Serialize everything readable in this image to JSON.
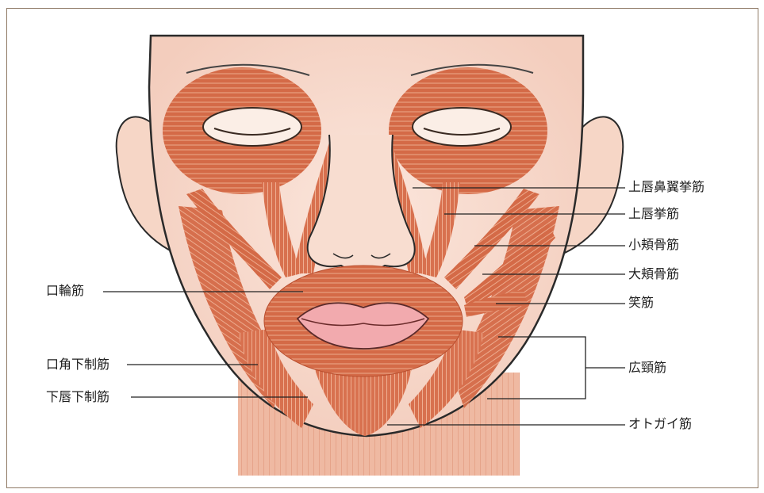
{
  "labels": {
    "left": {
      "orbicularis_oris": "口輪筋",
      "depressor_anguli_oris": "口角下制筋",
      "depressor_labii_inferioris": "下唇下制筋"
    },
    "right": {
      "levator_labii_alaeque_nasi": "上唇鼻翼挙筋",
      "levator_labii_superioris": "上唇挙筋",
      "zygomaticus_minor": "小頬骨筋",
      "zygomaticus_major": "大頬骨筋",
      "risorius": "笑筋",
      "platysma": "広頸筋",
      "mentalis": "オトガイ筋"
    }
  },
  "colors": {
    "skin": "#f8ddd0",
    "muscle": "#d9734f",
    "muscle_dark": "#b94f2f",
    "muscle_line": "#f6c2a6",
    "lips": "#f2aaae",
    "outline": "#2a2a2a",
    "leader": "#222222"
  }
}
